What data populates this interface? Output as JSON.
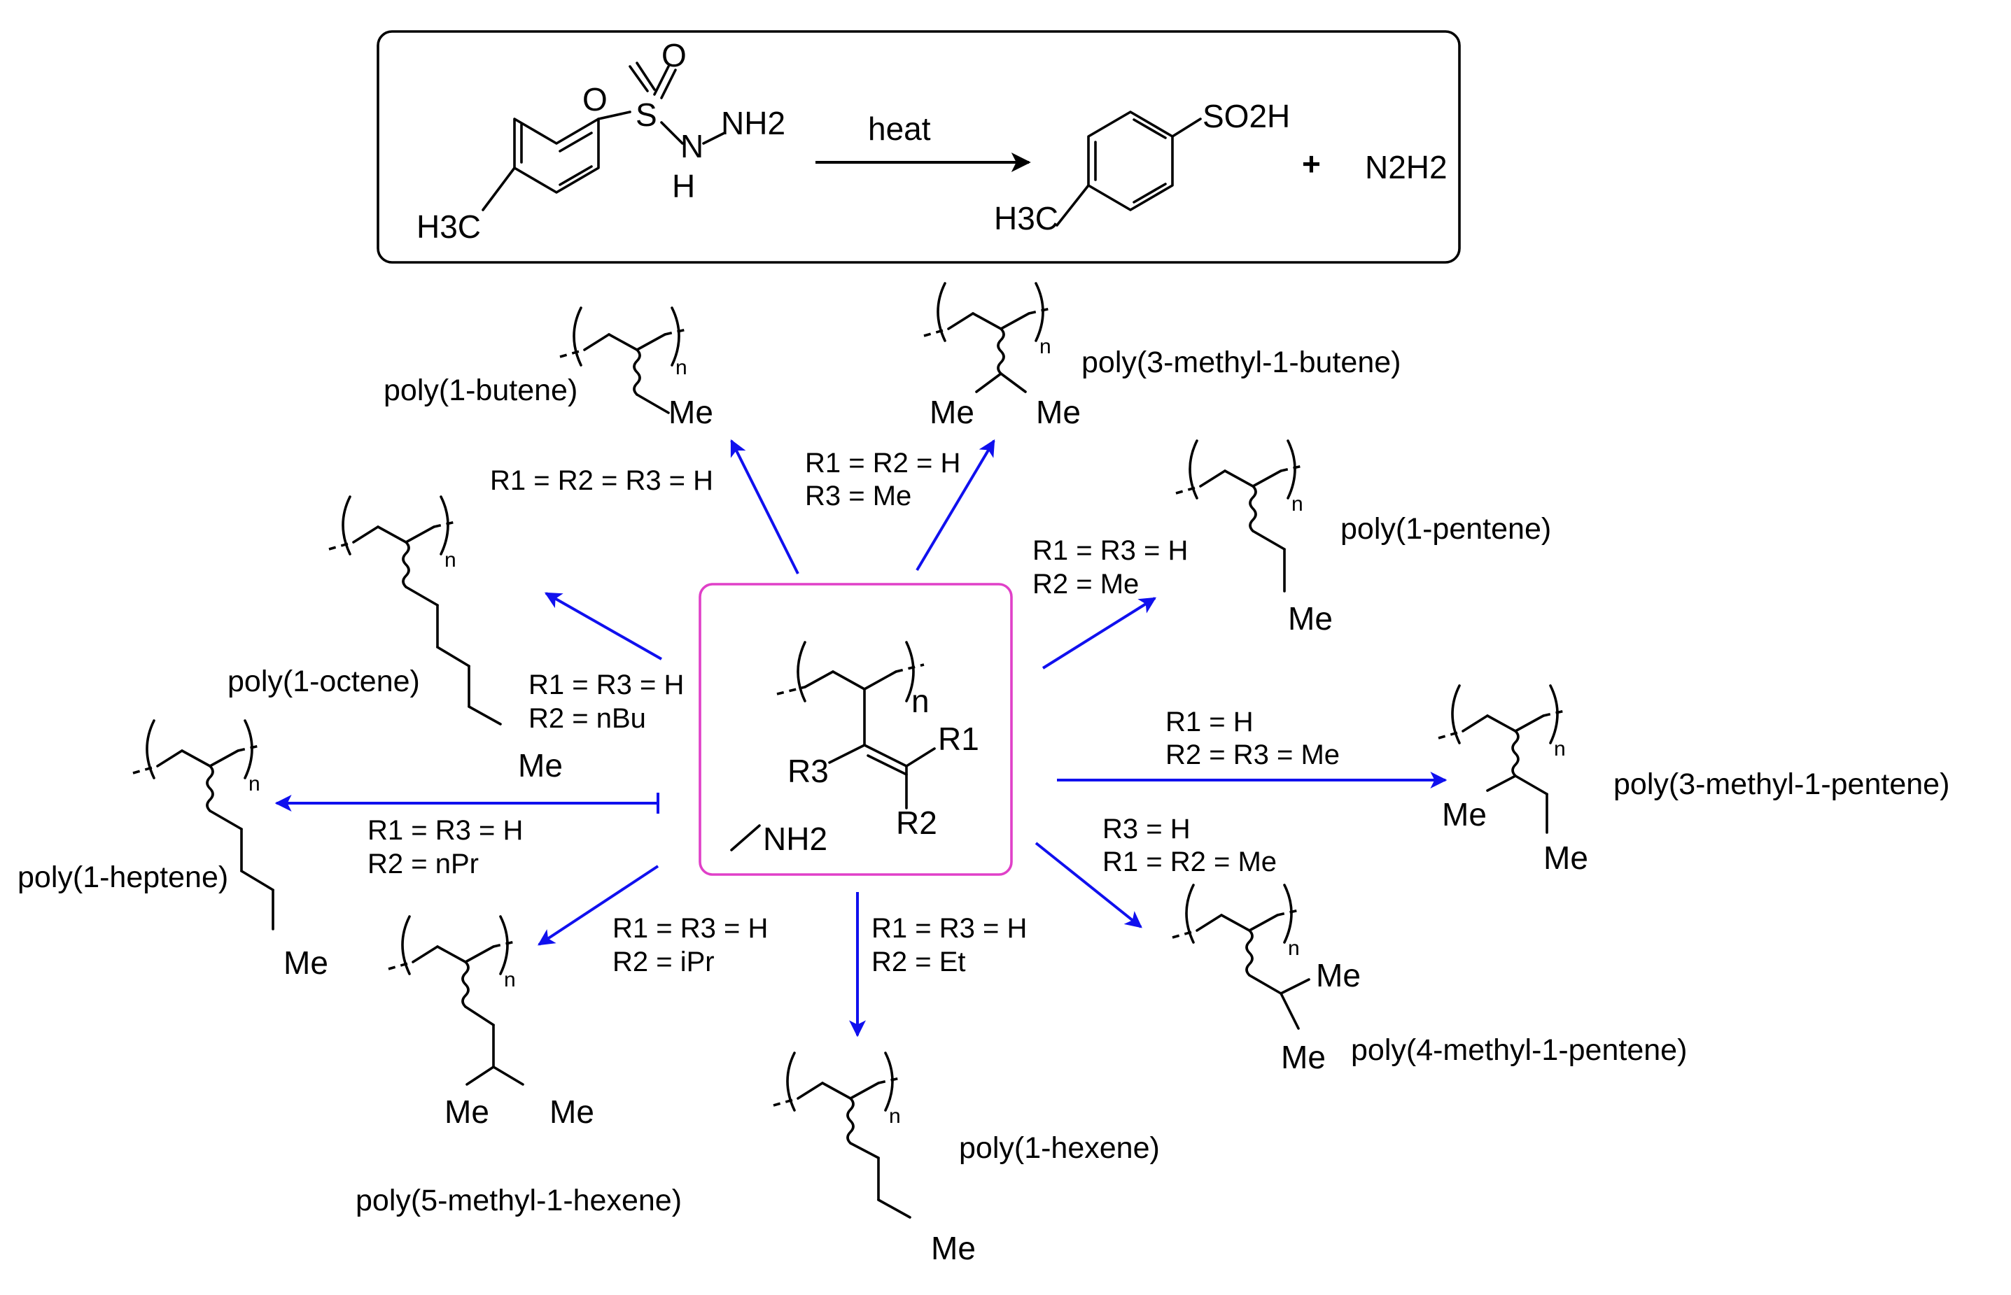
{
  "colors": {
    "arrow": "#1010ee",
    "center_box": "#e040c8",
    "ink": "#000000"
  },
  "top_reaction": {
    "reactant": {
      "h3c": "H3C",
      "o1": "O",
      "o2": "O",
      "s": "S",
      "n1": "N",
      "nh2": "NH2",
      "h": "H"
    },
    "condition": "heat",
    "product": {
      "h3c": "H3C",
      "so2h": "SO2H"
    },
    "plus": "+",
    "byproduct": "N2H2"
  },
  "center": {
    "n": "n",
    "r1": "R1",
    "r2": "R2",
    "r3": "R3",
    "nh2": "NH2"
  },
  "branches": [
    {
      "id": "butene",
      "cond1": "R1 = R2 = R3 = H",
      "cond2": "",
      "name": "poly(1-butene)",
      "labels": [
        "Me"
      ]
    },
    {
      "id": "methylbutene",
      "cond1": "R1 = R2 = H",
      "cond2": "R3 = Me",
      "name": "poly(3-methyl-1-butene)",
      "labels": [
        "Me",
        "Me"
      ]
    },
    {
      "id": "pentene",
      "cond1": "R1 = R3 = H",
      "cond2": "R2 = Me",
      "name": "poly(1-pentene)",
      "labels": [
        "Me"
      ]
    },
    {
      "id": "methylpentene3",
      "cond1": "R1 =  H",
      "cond2": "R2 = R3 = Me",
      "name": "poly(3-methyl-1-pentene)",
      "labels": [
        "Me",
        "Me"
      ]
    },
    {
      "id": "methylpentene4",
      "cond1": "R3 =  H",
      "cond2": "R1 = R2 = Me",
      "name": "poly(4-methyl-1-pentene)",
      "labels": [
        "Me",
        "Me"
      ]
    },
    {
      "id": "hexene",
      "cond1": "R1 = R3 = H",
      "cond2": "R2 = Et",
      "name": "poly(1-hexene)",
      "labels": [
        "Me"
      ]
    },
    {
      "id": "methylhexene",
      "cond1": "R1 = R3 = H",
      "cond2": "R2 = iPr",
      "name": "poly(5-methyl-1-hexene)",
      "labels": [
        "Me",
        "Me"
      ]
    },
    {
      "id": "heptene",
      "cond1": "R1 = R3 = H",
      "cond2": "R2 = nPr",
      "name": "poly(1-heptene)",
      "labels": [
        "Me"
      ]
    },
    {
      "id": "octene",
      "cond1": "R1 = R3 = H",
      "cond2": "R2 = nBu",
      "name": "poly(1-octene)",
      "labels": [
        "Me"
      ]
    }
  ],
  "repeat_unit_n": "n"
}
